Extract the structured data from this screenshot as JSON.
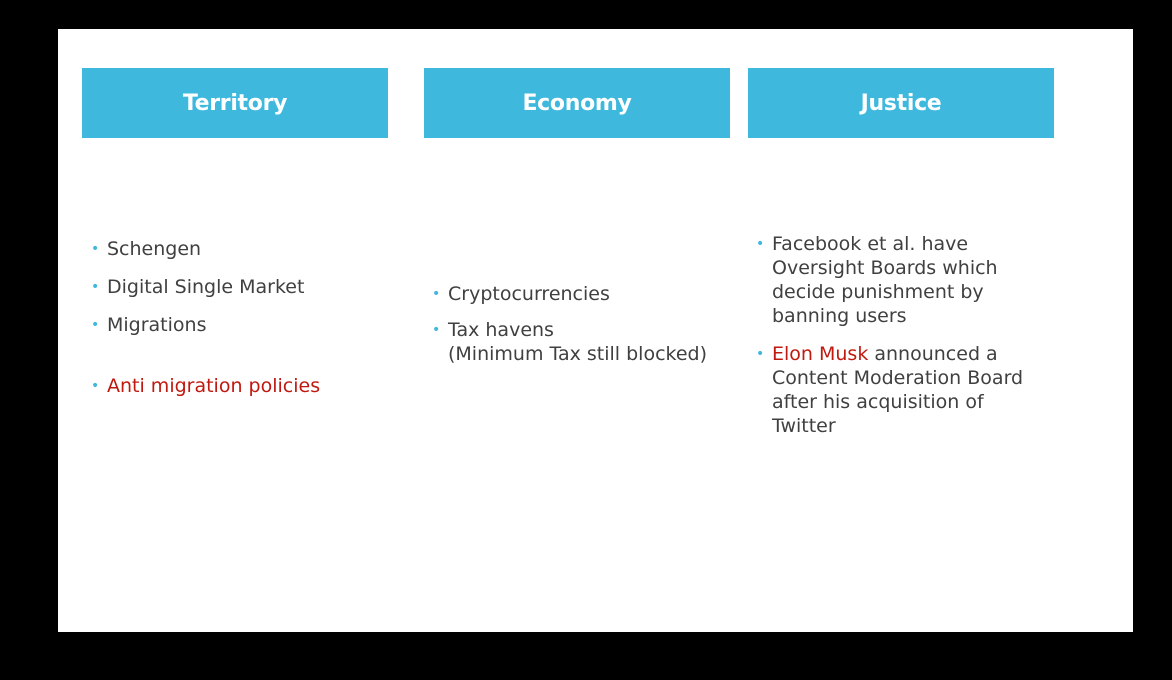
{
  "headers": {
    "territory": "Territory",
    "economy": "Economy",
    "justice": "Justice"
  },
  "territory": {
    "items": [
      "Schengen",
      "Digital Single Market",
      "Migrations",
      "Anti migration policies"
    ]
  },
  "economy": {
    "items": [
      "Cryptocurrencies",
      "Tax havens",
      "(Minimum Tax still blocked)"
    ]
  },
  "justice": {
    "item1": "Facebook et al. have Oversight Boards which decide punishment by banning users",
    "item2_highlight": "Elon Musk",
    "item2_rest": " announced a Content Moderation Board after his acquisition of Twitter"
  },
  "colors": {
    "header_bg": "#3fb8de",
    "bullet": "#3fb8de",
    "text": "#404040",
    "highlight": "#c0190f",
    "frame": "#000000"
  }
}
